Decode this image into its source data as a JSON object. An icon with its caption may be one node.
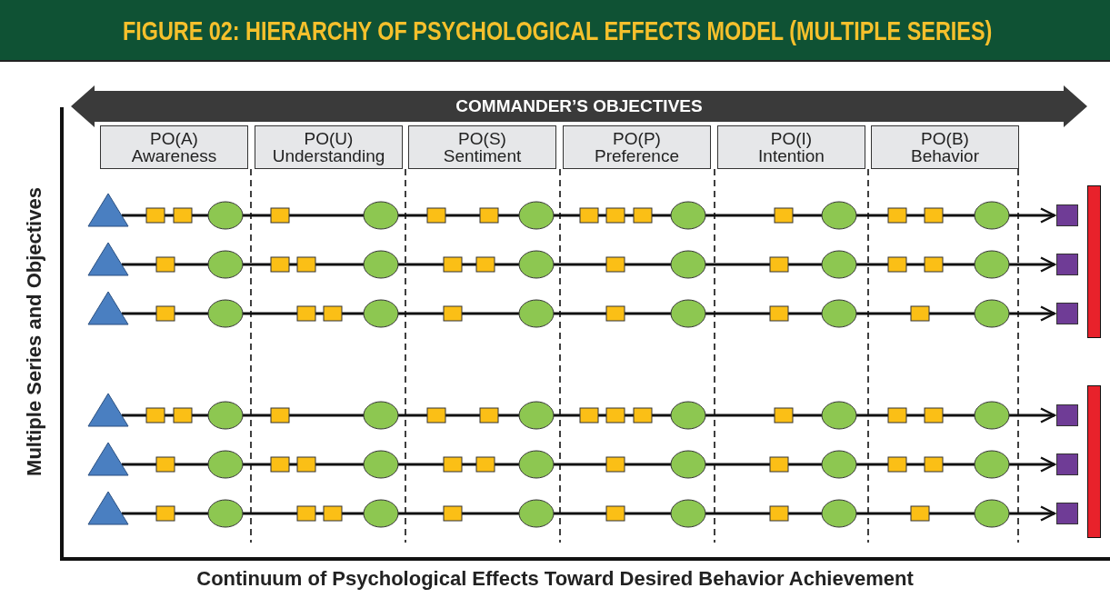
{
  "diagram": {
    "title": "FIGURE 02: HIERARCHY OF PSYCHOLOGICAL EFFECTS MODEL (MULTIPLE SERIES)",
    "nodes": [
      {
        "text": [
          "COMMANDER’S OBJECTIVES"
        ]
      },
      {
        "text": [
          "PO(A)",
          "Awareness"
        ]
      },
      {
        "text": [
          "PO(U)",
          "Understanding"
        ]
      },
      {
        "text": [
          "PO(S)",
          "Sentiment"
        ]
      },
      {
        "text": [
          "PO(P)",
          "Preference"
        ]
      },
      {
        "text": [
          "PO(I)",
          "Intention"
        ]
      },
      {
        "text": [
          "PO(B)",
          "Behavior"
        ]
      },
      {
        "text": [],
        "shape": "triangle"
      },
      {
        "text": [],
        "shape": "box"
      },
      {
        "text": [],
        "shape": "triangle"
      },
      {
        "text": [],
        "shape": "box"
      },
      {
        "text": [],
        "shape": "triangle"
      },
      {
        "text": [],
        "shape": "box"
      },
      {
        "text": [],
        "shape": "triangle"
      },
      {
        "text": [],
        "shape": "box"
      },
      {
        "text": [],
        "shape": "triangle"
      },
      {
        "text": [],
        "shape": "box"
      },
      {
        "text": [],
        "shape": "triangle"
      },
      {
        "text": [],
        "shape": "box"
      },
      {
        "text": [],
        "shape": "bar"
      },
      {
        "text": [],
        "shape": "bar"
      }
    ],
    "edges": [
      {
        "from": 7,
        "to": 8,
        "arrow": "to"
      },
      {
        "from": 9,
        "to": 10,
        "arrow": "to"
      },
      {
        "from": 11,
        "to": 12,
        "arrow": "to"
      },
      {
        "from": 13,
        "to": 14,
        "arrow": "to"
      },
      {
        "from": 15,
        "to": 16,
        "arrow": "to"
      },
      {
        "from": 17,
        "to": 18,
        "arrow": "to"
      }
    ],
    "labels": [
      "Multiple Series and Objectives",
      "Continuum of Psychological Effects Toward Desired Behavior Achievement"
    ]
  }
}
